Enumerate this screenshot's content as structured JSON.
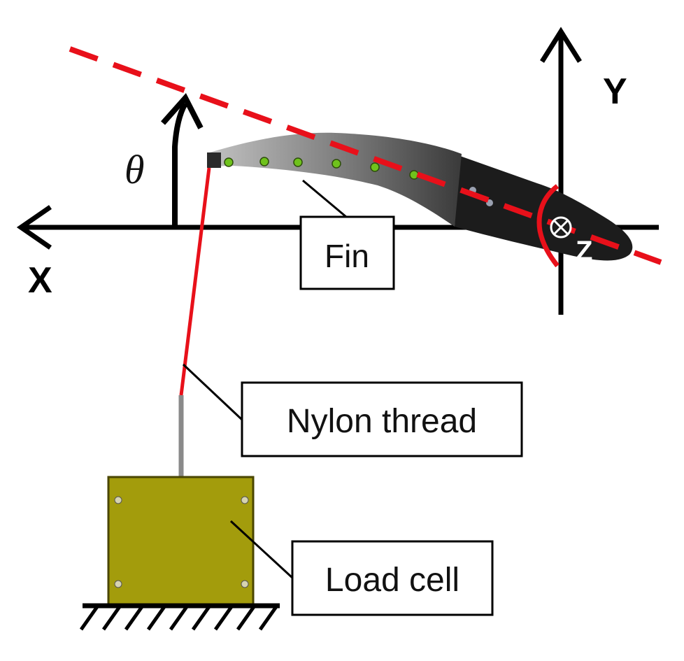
{
  "axes": {
    "x_label": "X",
    "y_label": "Y",
    "z_label": "Z",
    "angle_symbol": "θ"
  },
  "labels": {
    "fin": "Fin",
    "nylon_thread": "Nylon thread",
    "load_cell": "Load cell"
  },
  "colors": {
    "axis": "#000000",
    "reference_line": "#e8101a",
    "fin_gradient_start": "#b9b9b9",
    "fin_gradient_end": "#3c3c3c",
    "fin_base": "#1c1c1c",
    "markers": "#6fc21c",
    "load_cell_fill": "#a39c0c",
    "thread_upper": "#e8101a",
    "thread_lower": "#8a8a8a"
  }
}
